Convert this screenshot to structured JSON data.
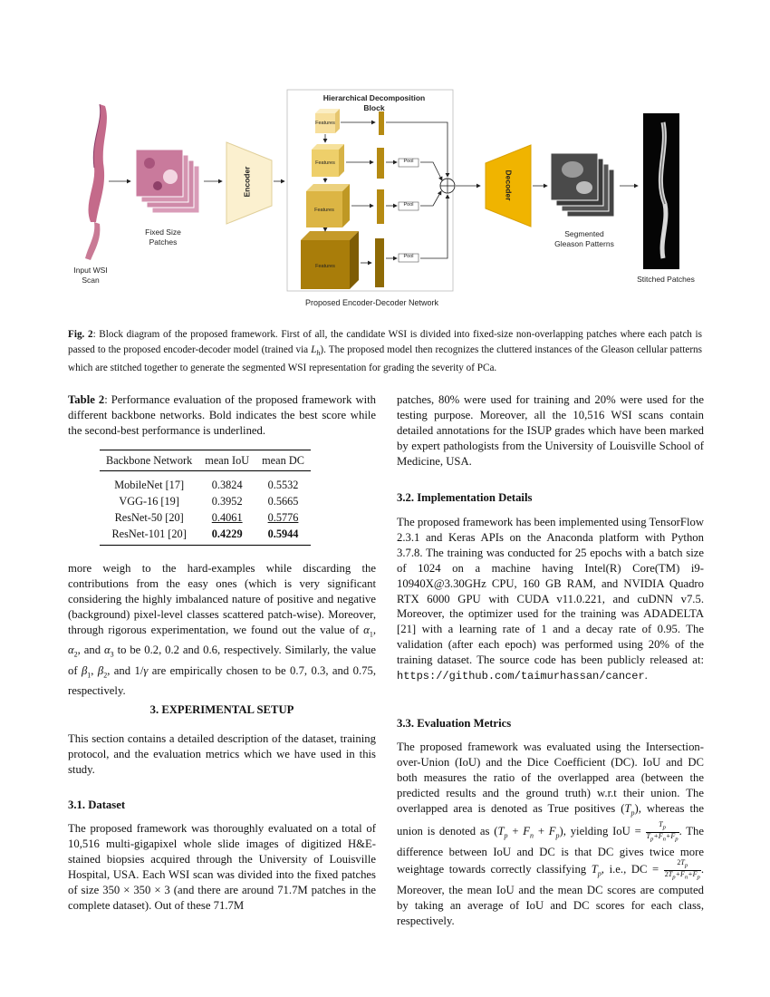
{
  "figure": {
    "block_title": "Hierarchical Decomposition Block",
    "features_labels": [
      "Features",
      "Features",
      "Features",
      "Features"
    ],
    "pool_labels": [
      "Pool",
      "Pool",
      "Pool"
    ],
    "encoder_label": "Encoder",
    "decoder_label": "Decoder",
    "input_label_line1": "Input WSI",
    "input_label_line2": "Scan",
    "patches_label_line1": "Fixed Size",
    "patches_label_line2": "Patches",
    "segmented_label_line1": "Segmented",
    "segmented_label_line2": "Gleason Patterns",
    "stitched_label": "Stitched Patches",
    "network_label": "Proposed Encoder-Decoder Network",
    "colors": {
      "encoder": "#fbf0cf",
      "decoder": "#f0b400",
      "feat1": "#f7df9c",
      "feat2": "#eecf6a",
      "feat3": "#dcb544",
      "feat4": "#a97d0a",
      "bar": "#b58a12"
    }
  },
  "caption": {
    "label": "Fig. 2",
    "text_1": ": Block diagram of the proposed framework. First of all, the candidate WSI is divided into fixed-size non-overlapping patches where each patch is passed to the proposed encoder-decoder model (trained via ",
    "text_2": "). The proposed model then recognizes the cluttered instances of the Gleason cellular patterns which are stitched together to generate the segmented WSI representation for grading the severity of PCa."
  },
  "table": {
    "label": "Table 2",
    "caption": ": Performance evaluation of the proposed framework with different backbone networks. Bold indicates the best score while the second-best performance is underlined.",
    "headers": [
      "Backbone Network",
      "mean IoU",
      "mean DC"
    ],
    "rows": [
      [
        "MobileNet [17]",
        "0.3824",
        "0.5532"
      ],
      [
        "VGG-16 [19]",
        "0.3952",
        "0.5665"
      ],
      [
        "ResNet-50 [20]",
        "0.4061",
        "0.5776"
      ],
      [
        "ResNet-101 [20]",
        "0.4229",
        "0.5944"
      ]
    ]
  },
  "left": {
    "para1_a": "more weigh to the hard-examples while discarding the contributions from the easy ones (which is very significant considering the highly imbalanced nature of positive and negative (background) pixel-level classes scattered patch-wise). Moreover, through rigorous experimentation, we found out the value of ",
    "para1_b": " to be 0.2, 0.2 and 0.6, respectively. Similarly, the value of ",
    "para1_c": " are empirically chosen to be 0.7, 0.3, and 0.75, respectively.",
    "section_heading": "3.  EXPERIMENTAL SETUP",
    "section_text": "This section contains a detailed description of the dataset, training protocol, and the evaluation metrics which we have used in this study.",
    "dataset_heading": "3.1.  Dataset",
    "dataset_text_a": "The proposed framework was thoroughly evaluated on a total of 10,516 multi-gigapixel whole slide images of digitized H&E-stained biopsies acquired through the University of Louisville Hospital, USA. Each WSI scan was divided into the fixed patches of size ",
    "dataset_text_b": " (and there are around 71.7M patches in the complete dataset). Out of these 71.7M"
  },
  "right": {
    "para_top": "patches, 80% were used for training and 20% were used for the testing purpose. Moreover, all the 10,516 WSI scans contain detailed annotations for the ISUP grades which have been marked by expert pathologists from the University of Louisville School of Medicine, USA.",
    "impl_heading": "3.2.  Implementation Details",
    "impl_text": "The proposed framework has been implemented using TensorFlow 2.3.1 and Keras APIs on the Anaconda platform with Python 3.7.8. The training was conducted for 25 epochs with a batch size of 1024 on a machine having Intel(R) Core(TM) i9-10940X@3.30GHz CPU, 160 GB RAM, and NVIDIA Quadro RTX 6000 GPU with CUDA v11.0.221, and cuDNN v7.5. Moreover, the optimizer used for the training was ADADELTA [21] with a learning rate of 1 and a decay rate of 0.95. The validation (after each epoch) was performed using 20% of the training dataset. The source code has been publicly released at: ",
    "impl_url": "https://github.com/taimurhassan/cancer",
    "eval_heading": "3.3.  Evaluation Metrics",
    "eval_a": "The proposed framework was evaluated using the Intersection-over-Union (IoU) and the Dice Coefficient (DC). IoU and DC both measures the ratio of the overlapped area (between the predicted results and the ground truth) w.r.t their union. The overlapped area is denoted as True positives (",
    "eval_b": "), whereas the union is denoted as (",
    "eval_c": "), yielding IoU = ",
    "eval_d": ". The difference between IoU and DC is that DC gives twice more weightage towards correctly classifying ",
    "eval_e": ", i.e., DC = ",
    "eval_f": ". Moreover, the mean IoU and the mean DC scores are computed by taking an average of IoU and DC scores for each class, respectively."
  }
}
